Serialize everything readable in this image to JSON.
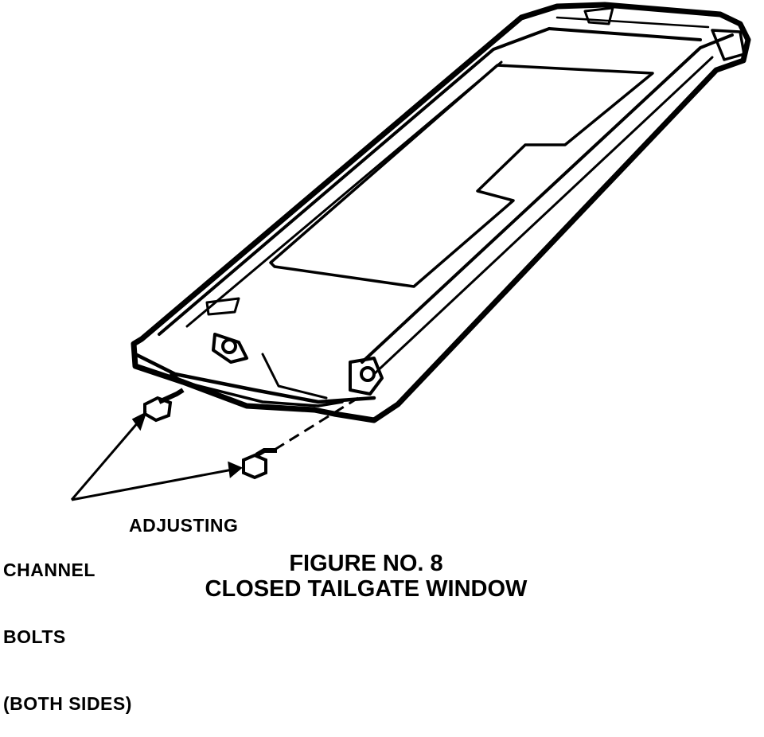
{
  "labels": {
    "channel_bolts": [
      "CHANNEL",
      "BOLTS",
      "(BOTH SIDES)"
    ],
    "adjusting": "ADJUSTING"
  },
  "figure": {
    "number": "FIGURE NO. 8",
    "title": "CLOSED TAILGATE WINDOW"
  },
  "colors": {
    "ink": "#000000",
    "paper": "#ffffff"
  }
}
